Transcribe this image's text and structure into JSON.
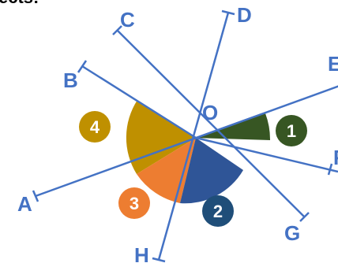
{
  "header_fragment": "ects:",
  "center_label": "O",
  "ray_labels": {
    "A": "A",
    "B": "B",
    "C": "C",
    "D": "D",
    "E": "E",
    "F": "F",
    "G": "G",
    "H": "H"
  },
  "angle_numbers": [
    "1",
    "2",
    "3",
    "4"
  ],
  "colors": {
    "line": "#4472C4",
    "angle1": "#375623",
    "angle2": "#2F5597",
    "angle3": "#ED7D31",
    "angle4": "#BF9000",
    "badge2": "#1F4E79",
    "label": "#4472C4"
  }
}
